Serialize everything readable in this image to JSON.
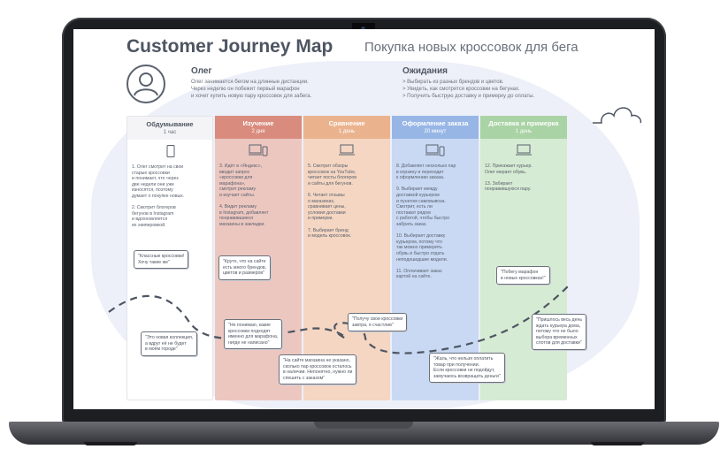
{
  "map": {
    "title": "Customer Journey Map",
    "subtitle": "Покупка новых кроссовок для бега"
  },
  "persona": {
    "name": "Олег",
    "text": "Олег занимается бегом на длинные дистанции.\nЧерез неделю он побежит первый марафон\nи хочет купить новую пару кроссовок для забега."
  },
  "expectations": {
    "title": "Ожидания",
    "text": "> Выбирать из разных брендов и цветов.\n> Увидеть, как смотрятся кроссовки на бегунах.\n> Получить быструю доставку и примерку до оплаты."
  },
  "colors": {
    "accent_text": "#4e5562",
    "stage1": "#f2f2f2",
    "stage2": "#d98b7e",
    "stage3": "#eab38e",
    "stage4": "#97b6e6",
    "stage5": "#a9d3a4"
  },
  "stages": [
    {
      "name": "Обдумывание",
      "duration": "1 час",
      "icon": "smartphone-icon",
      "body": "1. Олег смотрит на свои\nстарые кроссовки\nи понимает, что через\nдве недели они уже\nизносятся, поэтому\nдумает о покупке новых.\n\n2. Смотрит блогеров\nбегунов в Instagram\nи вдохновляется\nих экипировкой."
    },
    {
      "name": "Изучение",
      "duration": "2 дня",
      "icon": "laptop-phone-icon",
      "body": "3. Идёт в «Яндекс»,\nвводит запрос\n«кроссовки для\nмарафона»,\nсмотрит рекламу\nи изучает сайты.\n\n4. Видит рекламу\nв Instagram, добавляет\nпонравившиеся\nмагазины в закладки."
    },
    {
      "name": "Сравнение",
      "duration": "1 день",
      "icon": "laptop-icon",
      "body": "5. Смотрит обзоры\nкроссовок на YouTube,\nчитает посты блогеров\nи сайты для бегунов.\n\n6. Читает отзывы\nо магазинах,\nсравнивает цены,\nусловия доставки\nи примерки.\n\n7. Выбирает бренд\nи модель кроссовок."
    },
    {
      "name": "Оформление заказа",
      "duration": "20 минут",
      "icon": "laptop-phone-icon",
      "body": "8. Добавляет несколько пар\nв корзину и переходит\nк оформлению заказа.\n\n9. Выбирает между\nдоставкой курьером\nи пунктом самовывоза.\nСмотрит, есть ли\nпостамат рядом\nс работой, чтобы быстро\nзабрать заказ.\n\n10. Выбирает доставку\nкурьером, потому что\nтак можно примерить\nобувь и быстро отдать\nнеподошедшие модели.\n\n11. Оплачивает заказ\nкартой на сайте."
    },
    {
      "name": "Доставка и примерка",
      "duration": "1 день",
      "icon": "laptop-icon",
      "body": "12. Приезжает курьер.\nОлег мерает обувь.\n\n13. Забирает\nпонравившуюся пару."
    }
  ],
  "quotes": [
    "\"Классные кроссовки!\nХочу такие же\"",
    "\"Круто, что на сайте\nесть много брендов,\nцветов и размеров\"",
    "\"Это новая коллекция,\nа вдруг её не будет\nв моём городе\"",
    "\"Не понимаю, какие\nкроссовки подходят\nименно для марафона,\nнигде не написано\"",
    "\"Получу свои кроссовки\nзавтра, я счастлив\"",
    "\"На сайте магазина не указано,\nсколько пар кроссовок осталось\nв наличии. Непонятно, нужно ли\nспешить с заказом\"",
    "\"Жаль, что нельзя оплатить\nтовар при получении.\nЕсли кроссовки не подойдут,\nзамучаюсь возвращать деньги\"",
    "\"Побегу марафон\nв новых кроссовках!\"",
    "\"Пришлось весь день\nждать курьера дома,\nпотому что не было\nвыбора временных\nслотов для доставки\""
  ]
}
